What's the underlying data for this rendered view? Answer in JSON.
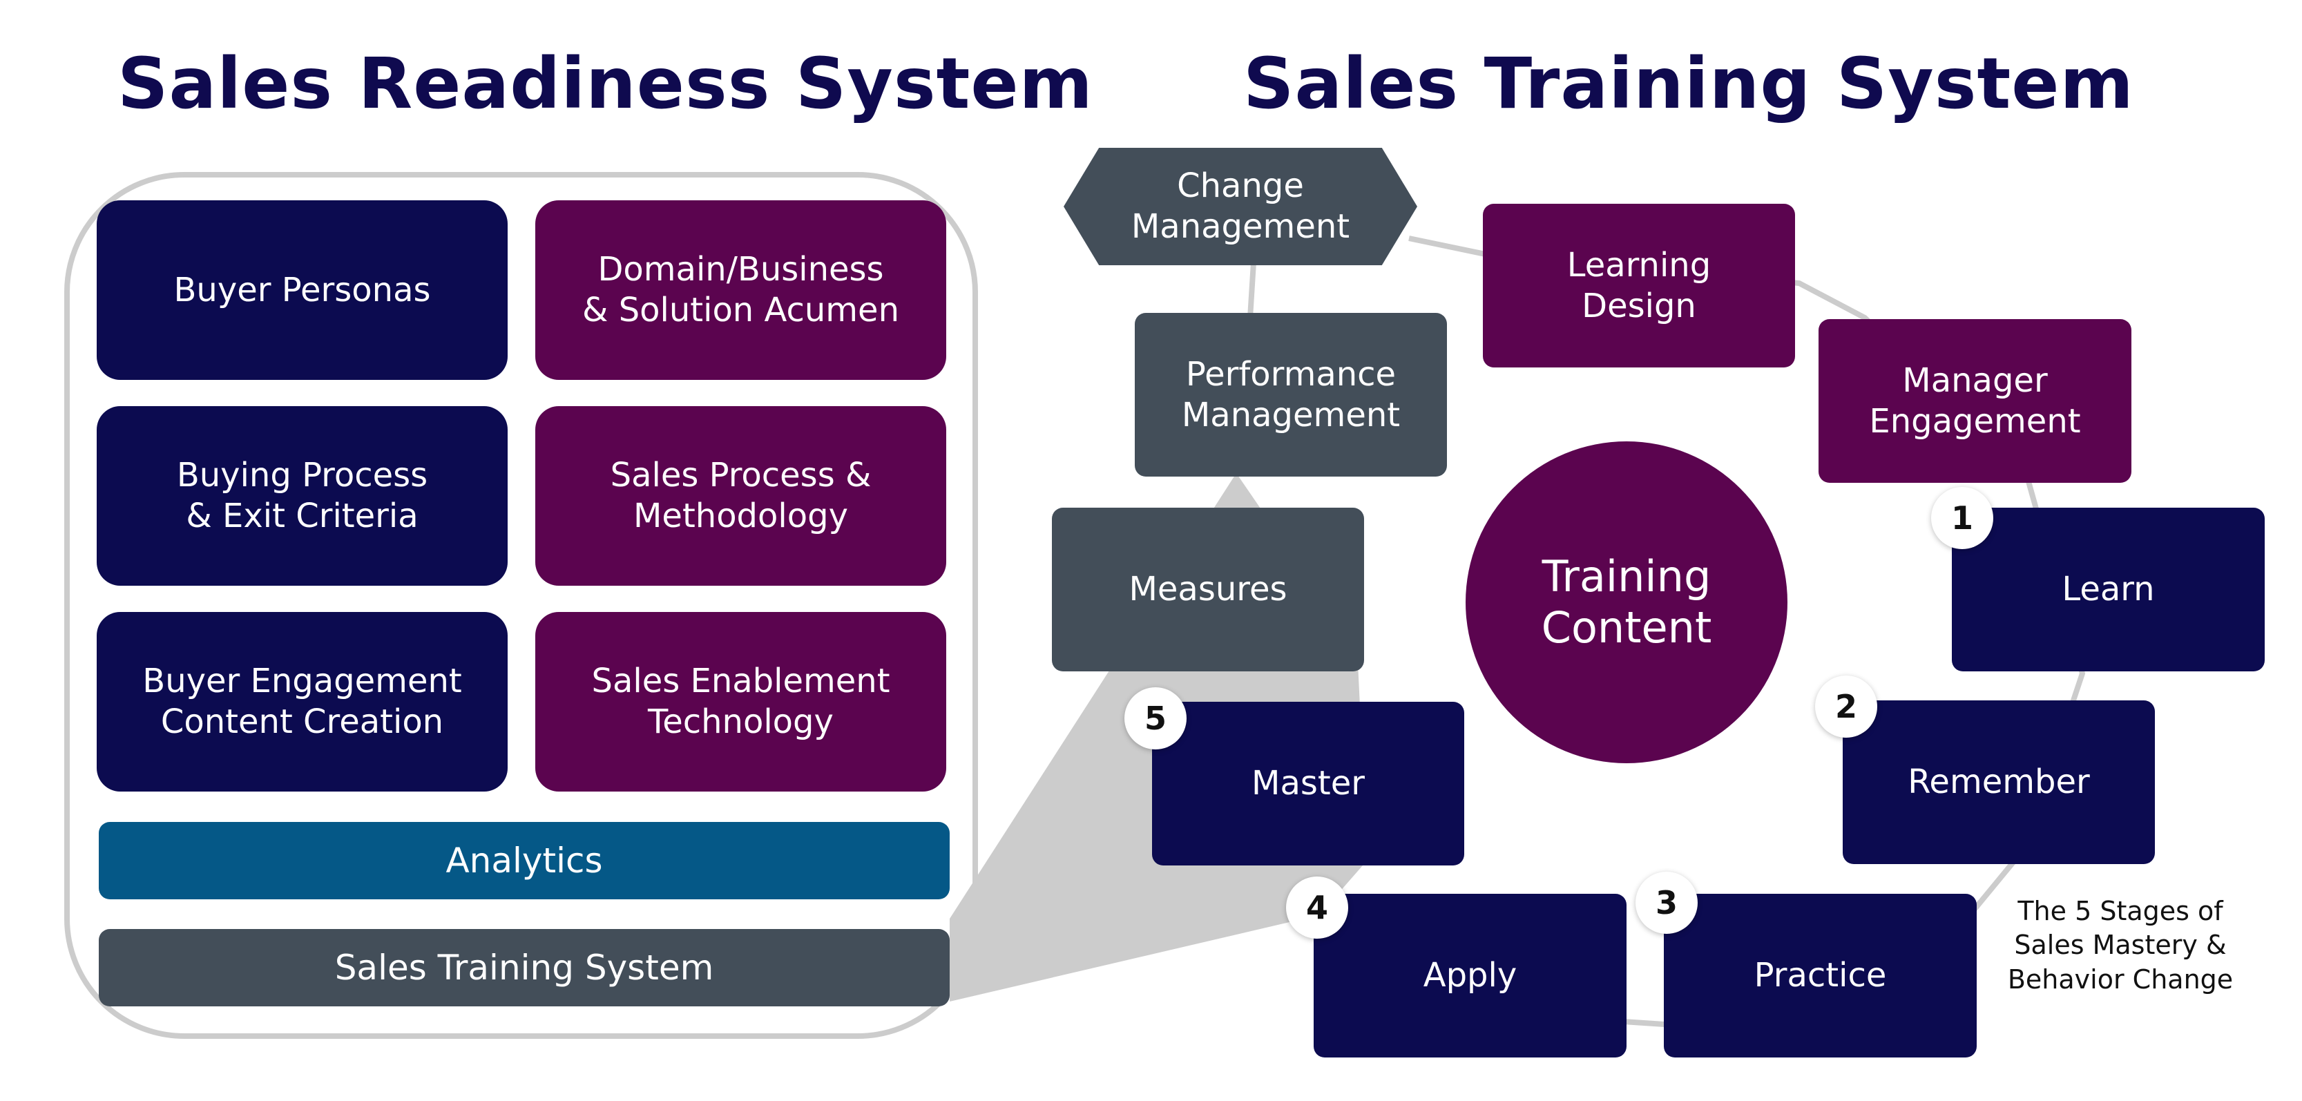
{
  "readiness": {
    "title": "Sales Readiness System",
    "items": [
      {
        "label": "Buyer Personas"
      },
      {
        "label": "Domain/Business\n& Solution Acumen"
      },
      {
        "label": "Buying Process\n& Exit Criteria"
      },
      {
        "label": "Sales Process &\nMethodology"
      },
      {
        "label": "Buyer Engagement\nContent Creation"
      },
      {
        "label": "Sales Enablement\nTechnology"
      }
    ],
    "analytics": "Analytics",
    "training_system": "Sales Training System"
  },
  "training": {
    "title": "Sales Training System",
    "change_management": "Change\nManagement",
    "learning_design": "Learning\nDesign",
    "manager_engagement": "Manager\nEngagement",
    "performance_management": "Performance\nManagement",
    "measures": "Measures",
    "center": "Training\nContent",
    "stages": [
      {
        "number": "1",
        "label": "Learn"
      },
      {
        "number": "2",
        "label": "Remember"
      },
      {
        "number": "3",
        "label": "Practice"
      },
      {
        "number": "4",
        "label": "Apply"
      },
      {
        "number": "5",
        "label": "Master"
      }
    ],
    "caption": "The 5 Stages of\nSales Mastery &\nBehavior Change"
  },
  "colors": {
    "navy": "#0c0b50",
    "plum": "#5b044f",
    "slate": "#434e59",
    "teal": "#055887",
    "title": "#0f0a4f",
    "connector": "#cccccc"
  }
}
